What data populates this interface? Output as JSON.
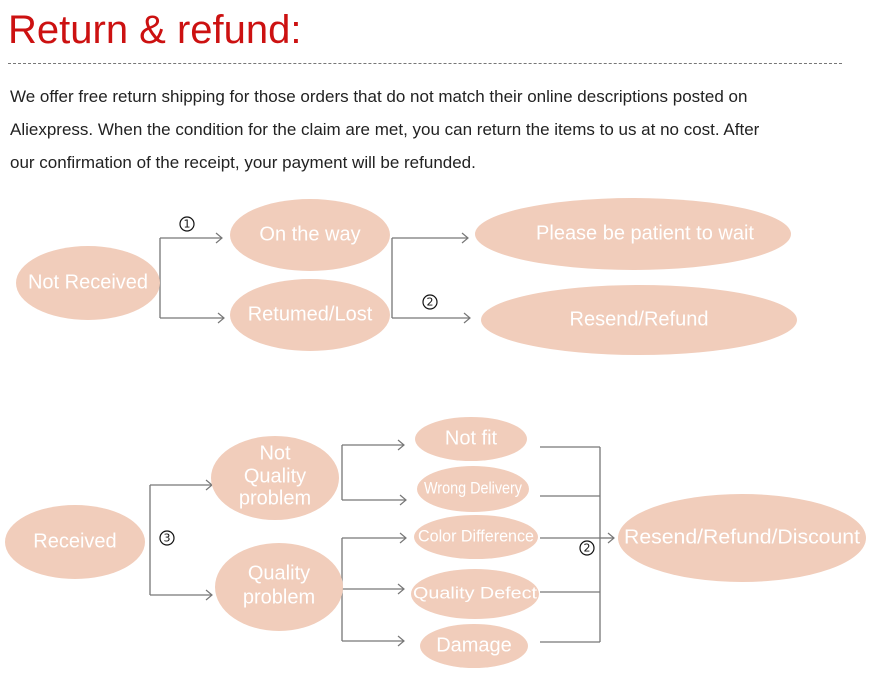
{
  "title": "Return & refund:",
  "intro": [
    "We offer free return shipping for  those orders that do not  match their online descriptions  posted on",
    "Aliexpress. When the condition for the claim are met, you can return the items to us at no cost. After",
    "our confirmation of the receipt, your payment will be refunded."
  ],
  "steps": {
    "s1": "1",
    "s2": "2",
    "s3": "3"
  },
  "nodes": {
    "not_received": "Not Received",
    "on_the_way": "On the way",
    "returned_lost": "Retumed/Lost",
    "please_wait": "Please be patient to wait",
    "resend_refund": "Resend/Refund",
    "received": "Received",
    "not_quality": [
      "Not",
      "Quality",
      "problem"
    ],
    "quality": [
      "Quality",
      "problem"
    ],
    "not_fit": "Not fit",
    "wrong_delivery": "Wrong Delivery",
    "color_difference": "Color Difference",
    "quality_defect": "Quality Defect",
    "damage": "Damage",
    "resend_refund_discount": "Resend/Refund/Discount"
  },
  "colors": {
    "title": "#cc1111",
    "pill": "#f1cdbb",
    "pill_text": "#ffffff",
    "connector": "#777777"
  }
}
